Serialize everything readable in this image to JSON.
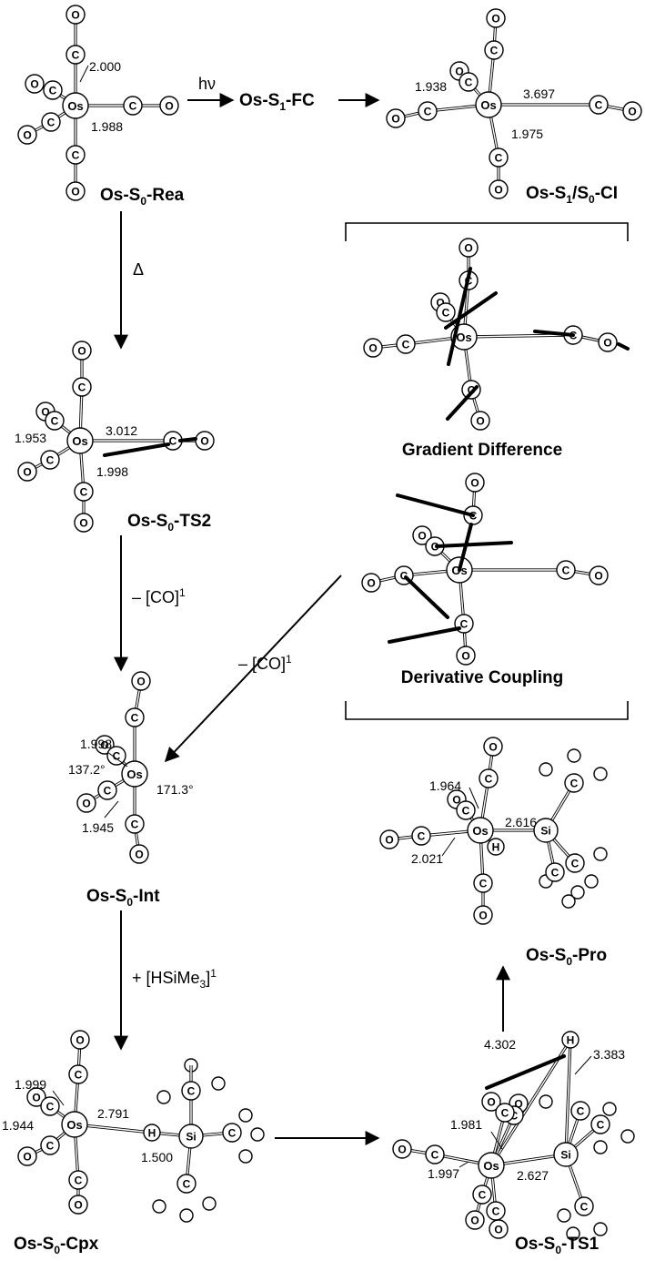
{
  "molecules": [
    {
      "id": "rea",
      "name": "Os-S",
      "sub": "0",
      "suffix": "-Rea"
    },
    {
      "id": "ci",
      "name": "Os-S",
      "sub": "1",
      "mid": "/S",
      "sub2": "0",
      "suffix": "-CI"
    },
    {
      "id": "ts2",
      "name": "Os-S",
      "sub": "0",
      "suffix": "-TS2"
    },
    {
      "id": "int",
      "name": "Os-S",
      "sub": "0",
      "suffix": "-Int"
    },
    {
      "id": "cpx",
      "name": "Os-S",
      "sub": "0",
      "suffix": "-Cpx"
    },
    {
      "id": "ts1",
      "name": "Os-S",
      "sub": "0",
      "suffix": "-TS1"
    },
    {
      "id": "pro",
      "name": "Os-S",
      "sub": "0",
      "suffix": "-Pro"
    }
  ],
  "fc_label": {
    "name": "Os-S",
    "sub": "1",
    "suffix": "-FC"
  },
  "panel_labels": {
    "gradient": "Gradient Difference",
    "coupling": "Derivative Coupling"
  },
  "arrow_labels": {
    "hv": "hν",
    "delta": "Δ",
    "co_loss_1": "– [CO]",
    "co_loss_2": "– [CO]",
    "co_sup": "1",
    "hsime3_pre": "+ [HSiMe",
    "hsime3_sub": "3",
    "hsime3_post": "]",
    "hsime3_sup": "1"
  },
  "distances": {
    "rea": [
      "2.000",
      "1.988"
    ],
    "ci": [
      "1.938",
      "3.697",
      "1.975"
    ],
    "ts2": [
      "3.012",
      "1.953",
      "1.998"
    ],
    "int": [
      "1.998",
      "137.2°",
      "171.3°",
      "1.945"
    ],
    "cpx": [
      "1.999",
      "1.944",
      "2.791",
      "1.500"
    ],
    "ts1": [
      "4.302",
      "3.383",
      "1.981",
      "1.997",
      "2.627"
    ],
    "pro": [
      "1.964",
      "2.616",
      "2.021"
    ]
  },
  "atom_labels": {
    "os": "Os",
    "c": "C",
    "o": "O",
    "h": "H",
    "si": "Si"
  }
}
